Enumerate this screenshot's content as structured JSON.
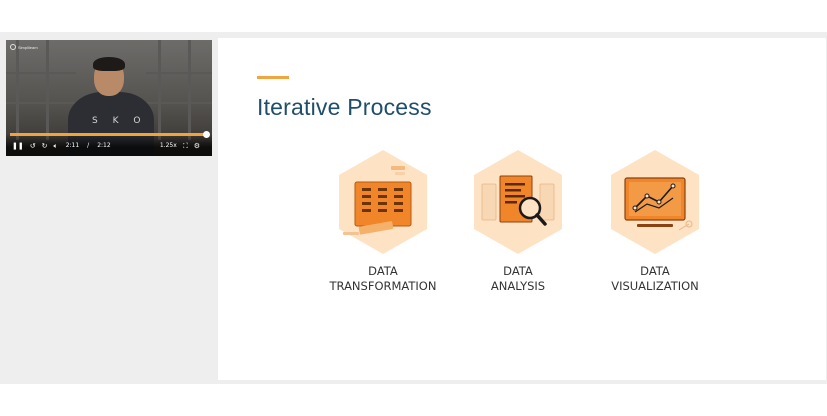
{
  "video": {
    "logo_text": "Simplilearn",
    "shirt_text": "S K O",
    "current_time": "2:11",
    "duration": "2:12",
    "speed": "1.25x",
    "progress_fraction": 0.99
  },
  "slide": {
    "title": "Iterative Process",
    "accent_color": "#f0a540",
    "title_color": "#1f4e6b",
    "steps": [
      {
        "icon": "data-transformation-icon",
        "line1": "DATA",
        "line2": "TRANSFORMATION"
      },
      {
        "icon": "data-analysis-icon",
        "line1": "DATA",
        "line2": "ANALYSIS"
      },
      {
        "icon": "data-visualization-icon",
        "line1": "DATA",
        "line2": "VISUALIZATION"
      }
    ]
  }
}
